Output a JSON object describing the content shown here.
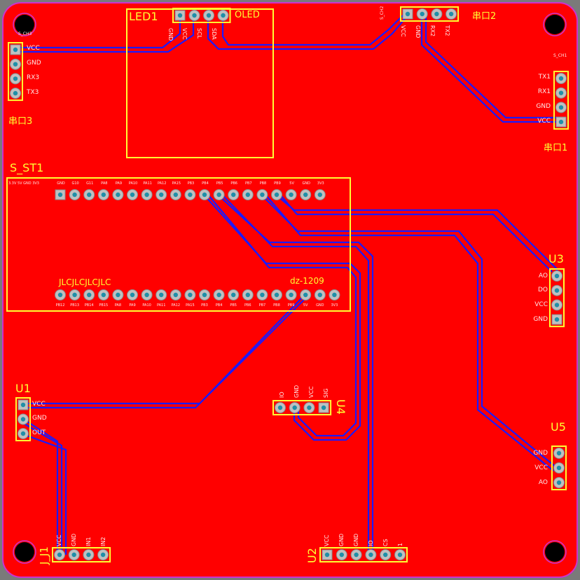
{
  "board": {
    "board_color": "#ff0000",
    "outline_color": "#cc33cc",
    "silk_color": "#ffff33",
    "trace_color": "#1a1aff"
  },
  "components": {
    "led1": {
      "ref": "LED1",
      "value": "OLED",
      "pins": [
        "GND",
        "VCC",
        "SCL",
        "SDA"
      ]
    },
    "port2": {
      "ref": "串口2",
      "small": "S_CH2",
      "pins": [
        "VCC",
        "GND",
        "RX2",
        "TX2"
      ]
    },
    "port3": {
      "ref": "串口3",
      "small": "S_CH3",
      "pins": [
        "VCC",
        "GND",
        "RX3",
        "TX3"
      ]
    },
    "port1": {
      "ref": "串口1",
      "small": "S_CH1",
      "pins": [
        "TX1",
        "RX1",
        "GND",
        "VCC"
      ]
    },
    "sst1": {
      "ref": "S_ST1",
      "value": "dz-1209",
      "watermark": "JLCJLCJLCJLC",
      "top_header": "3.3V 5V GND 3V3",
      "top_pins": [
        "GND",
        "G10",
        "G11",
        "PA8",
        "PA9",
        "PA10",
        "PA11",
        "PA12",
        "PA15",
        "PB3",
        "PB4",
        "PB5",
        "PB6",
        "PB7",
        "PB8",
        "PB9",
        "5V",
        "GND",
        "3V3"
      ],
      "bottom_pins": [
        "PB12",
        "PB13",
        "PB14",
        "PB15",
        "PA8",
        "PA9",
        "PA10",
        "PA11",
        "PA12",
        "PA15",
        "PB3",
        "PB4",
        "PB5",
        "PB6",
        "PB7",
        "PB8",
        "PB9",
        "5V",
        "GND",
        "3V3"
      ]
    },
    "u3": {
      "ref": "U3",
      "pins": [
        "AO",
        "DO",
        "VCC",
        "GND"
      ]
    },
    "u1": {
      "ref": "U1",
      "pins": [
        "VCC",
        "GND",
        "OUT"
      ]
    },
    "u4": {
      "ref": "U4",
      "pins": [
        "IO",
        "GND",
        "VCC",
        "SIG"
      ]
    },
    "u5": {
      "ref": "U5",
      "pins": [
        "GND",
        "VCC",
        "AO"
      ]
    },
    "jj1": {
      "ref": "J_J1",
      "pins": [
        "VCC",
        "GND",
        "IN1",
        "IN2"
      ]
    },
    "u2": {
      "ref": "U2",
      "pins": [
        "VCC",
        "GND",
        "GND",
        "IO",
        "CS",
        "1"
      ]
    }
  }
}
